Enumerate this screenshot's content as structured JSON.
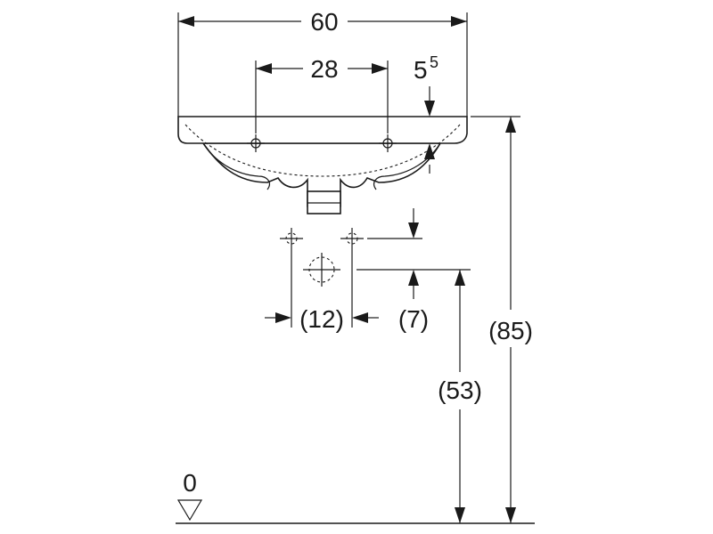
{
  "dimensions": {
    "width_total": "60",
    "tap_spacing": "28",
    "rim_offset_base": "5",
    "rim_offset_sup": "5",
    "waste_spacing": "(12)",
    "waste_offset": "(7)",
    "waste_height": "(53)",
    "rim_height": "(85)",
    "floor_level": "0"
  }
}
